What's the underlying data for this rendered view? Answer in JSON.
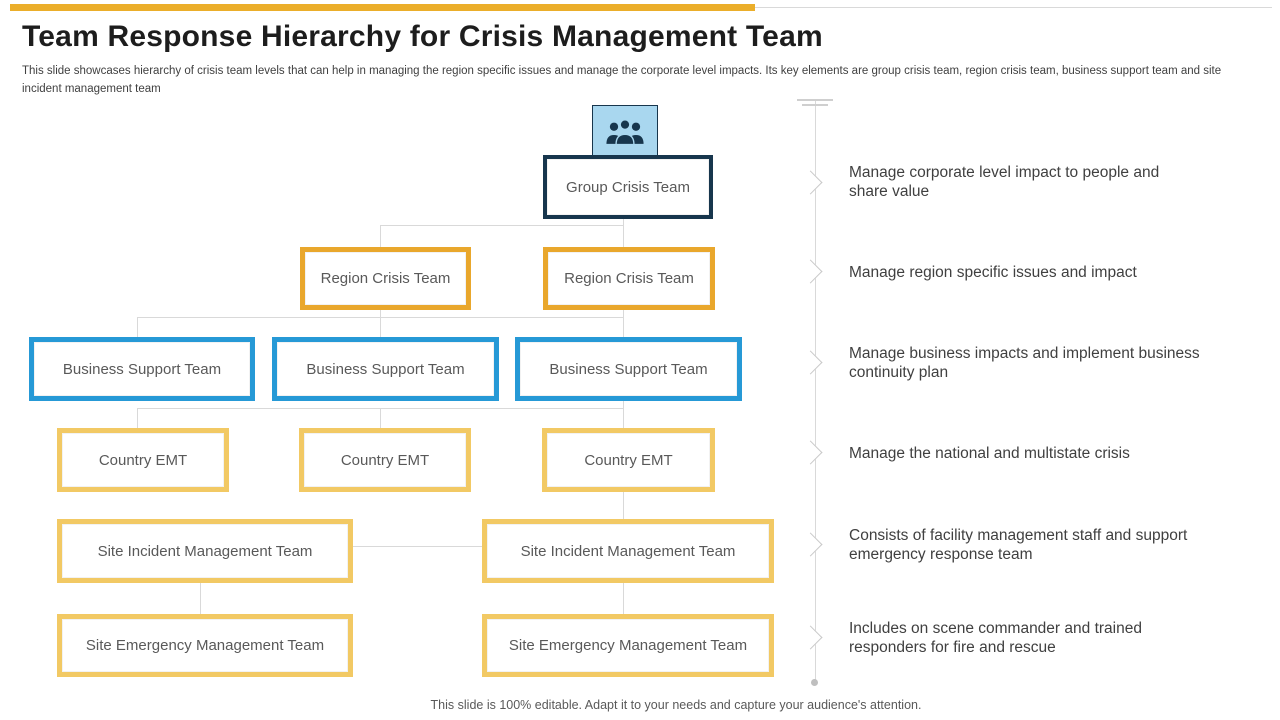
{
  "header": {
    "title": "Team Response Hierarchy for Crisis Management Team",
    "subtitle": "This slide showcases hierarchy of crisis team levels that can help in managing the region specific issues and manage the corporate level impacts. Its key elements are group crisis team, region crisis team, business support team and site incident management team"
  },
  "org_chart": {
    "group_icon": "users-icon",
    "nodes": [
      {
        "label": "Group Crisis Team",
        "level": "group"
      },
      {
        "label": "Region Crisis Team",
        "level": "region"
      },
      {
        "label": "Region Crisis Team",
        "level": "region"
      },
      {
        "label": "Business Support Team",
        "level": "business"
      },
      {
        "label": "Business Support Team",
        "level": "business"
      },
      {
        "label": "Business Support Team",
        "level": "business"
      },
      {
        "label": "Country EMT",
        "level": "country"
      },
      {
        "label": "Country EMT",
        "level": "country"
      },
      {
        "label": "Country EMT",
        "level": "country"
      },
      {
        "label": "Site Incident Management Team",
        "level": "site-incident"
      },
      {
        "label": "Site Incident Management Team",
        "level": "site-incident"
      },
      {
        "label": "Site Emergency Management Team",
        "level": "site-emergency"
      },
      {
        "label": "Site Emergency Management Team",
        "level": "site-emergency"
      }
    ]
  },
  "timeline": {
    "items": [
      "Manage corporate level impact to people and share value",
      "Manage region specific issues and impact",
      "Manage business impacts and implement business continuity plan",
      "Manage the national and multistate crisis",
      "Consists of facility management staff and support emergency response team",
      "Includes  on scene commander and trained responders for fire and rescue"
    ]
  },
  "footer": {
    "note": "This slide is 100% editable. Adapt it to your needs and capture your audience's attention."
  },
  "colors": {
    "accent_yellow": "#EBAE2A",
    "gold_border": "#E9A72C",
    "light_gold_border": "#F2C964",
    "blue_border": "#2699D6",
    "navy_border": "#17364D",
    "icon_background": "#A9D7EF",
    "connector_gray": "#D9D9D9",
    "text_gray": "#595959"
  }
}
